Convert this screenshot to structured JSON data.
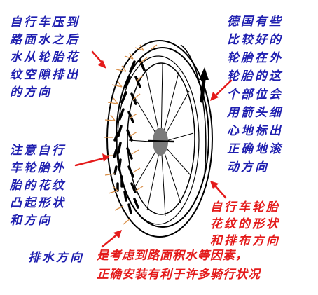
{
  "colors": {
    "blue": "#1f1fb0",
    "red": "#e41b1b",
    "tire": "#000000",
    "hub": "#7a7a7a",
    "water_arrows": "#d9904a"
  },
  "annotations": {
    "top_left": "自行车压到\n路面水之后\n水从轮胎花\n纹空隙排出\n的方向",
    "top_right": "德国有些\n比较好的\n轮胎在外\n轮胎的这\n个部位会\n用箭头细\n心地标出\n正确地滚\n动方向",
    "mid_left": "注意自行\n车轮胎外\n胎的花纹\n凸起形状\n和方向",
    "mid_right": "自行车轮胎\n花纹的形状\n和排布方向",
    "drain": "排水方向",
    "bottom": "是考虑到路面积水等因素，\n正确安装有利于许多骑行状况"
  }
}
